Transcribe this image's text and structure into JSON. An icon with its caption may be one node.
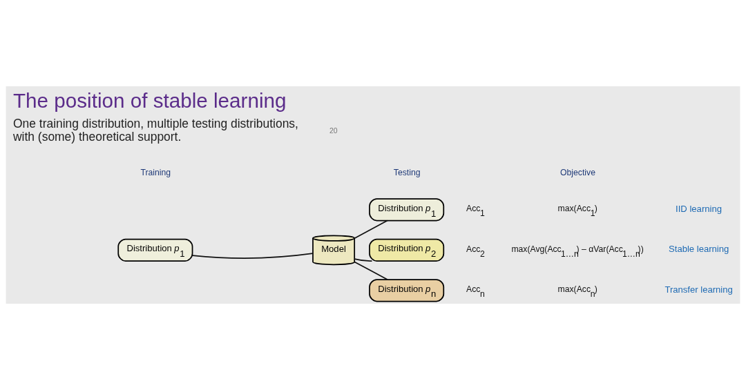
{
  "diagram": {
    "title": "The position of stable learning",
    "nodes": [
      {
        "text": [
          "Distribution *p*$_{1}$"
        ]
      },
      {
        "text": [
          "Model"
        ]
      },
      {
        "text": [
          "Distribution *p*$_{1}$"
        ]
      },
      {
        "text": [
          "Distribution *p*$_{2}$"
        ]
      },
      {
        "text": [
          "Distribution *p*$_{n}$"
        ]
      }
    ],
    "edges": [
      {
        "from": 0,
        "to": 1,
        "arrow": "none"
      },
      {
        "from": 1,
        "to": 2,
        "arrow": "none"
      },
      {
        "from": 1,
        "to": 3,
        "arrow": "none"
      },
      {
        "from": 1,
        "to": 4,
        "arrow": "none"
      }
    ],
    "labels": [
      "20",
      "One training distribution, multiple testing distributions, with (some) theoretical support.",
      "Training",
      "Testing",
      "Objective",
      "Acc$_{1}$",
      "max(Acc$_{1}$)",
      "IID learning",
      "Acc$_{2}$",
      "max(Avg(Acc$_{1…n}$) – αVar(Acc$_{1…n}$))",
      "Stable learning",
      "Acc$_{n}$",
      "max(Acc$_{n}$)",
      "Transfer learning"
    ]
  }
}
